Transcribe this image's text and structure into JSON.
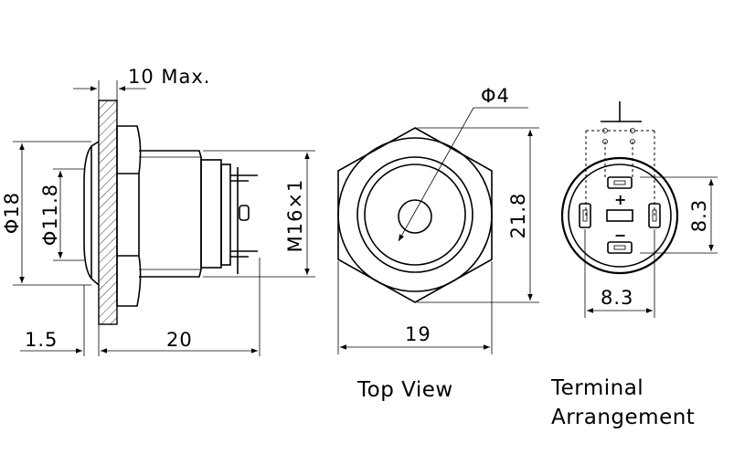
{
  "dimensions": {
    "max_depth": "10 Max.",
    "outer_diameter": "Φ18",
    "inner_diameter": "Φ11.8",
    "thread": "M16×1",
    "flange_thickness": "1.5",
    "body_length": "20",
    "lens_diameter": "Φ4",
    "hex_height": "21.8",
    "hex_width": "19",
    "terminal_height": "8.3",
    "terminal_width": "8.3"
  },
  "captions": {
    "top_view": "Top View",
    "terminal_line1": "Terminal",
    "terminal_line2": "Arrangement"
  },
  "terminal_signs": {
    "plus": "+",
    "minus": "−"
  }
}
